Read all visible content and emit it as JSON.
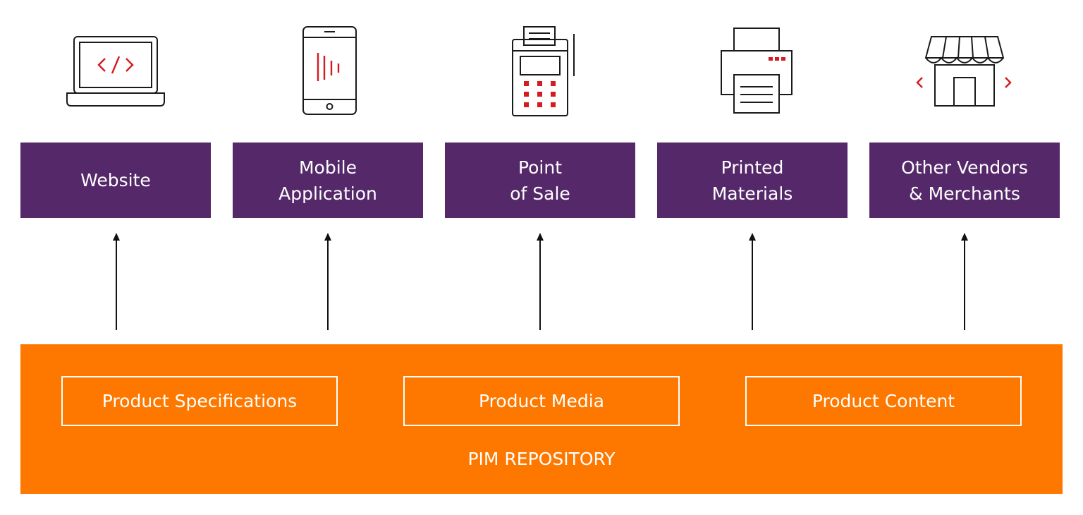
{
  "colors": {
    "channel_bg": "#55286a",
    "repository_bg": "#fe7800",
    "icon_stroke": "#1a1a1a",
    "icon_accent": "#d71920",
    "arrow": "#111111",
    "text_light": "#ffffff"
  },
  "channels": [
    {
      "label": "Website",
      "icon": "laptop-code-icon"
    },
    {
      "label": "Mobile\nApplication",
      "icon": "smartphone-icon"
    },
    {
      "label": "Point\nof Sale",
      "icon": "pos-terminal-icon"
    },
    {
      "label": "Printed\nMaterials",
      "icon": "printer-icon"
    },
    {
      "label": "Other Vendors\n& Merchants",
      "icon": "storefront-icon"
    }
  ],
  "repository": {
    "title": "PIM REPOSITORY",
    "facets": [
      {
        "label": "Product Specifications"
      },
      {
        "label": "Product Media"
      },
      {
        "label": "Product Content"
      }
    ]
  }
}
